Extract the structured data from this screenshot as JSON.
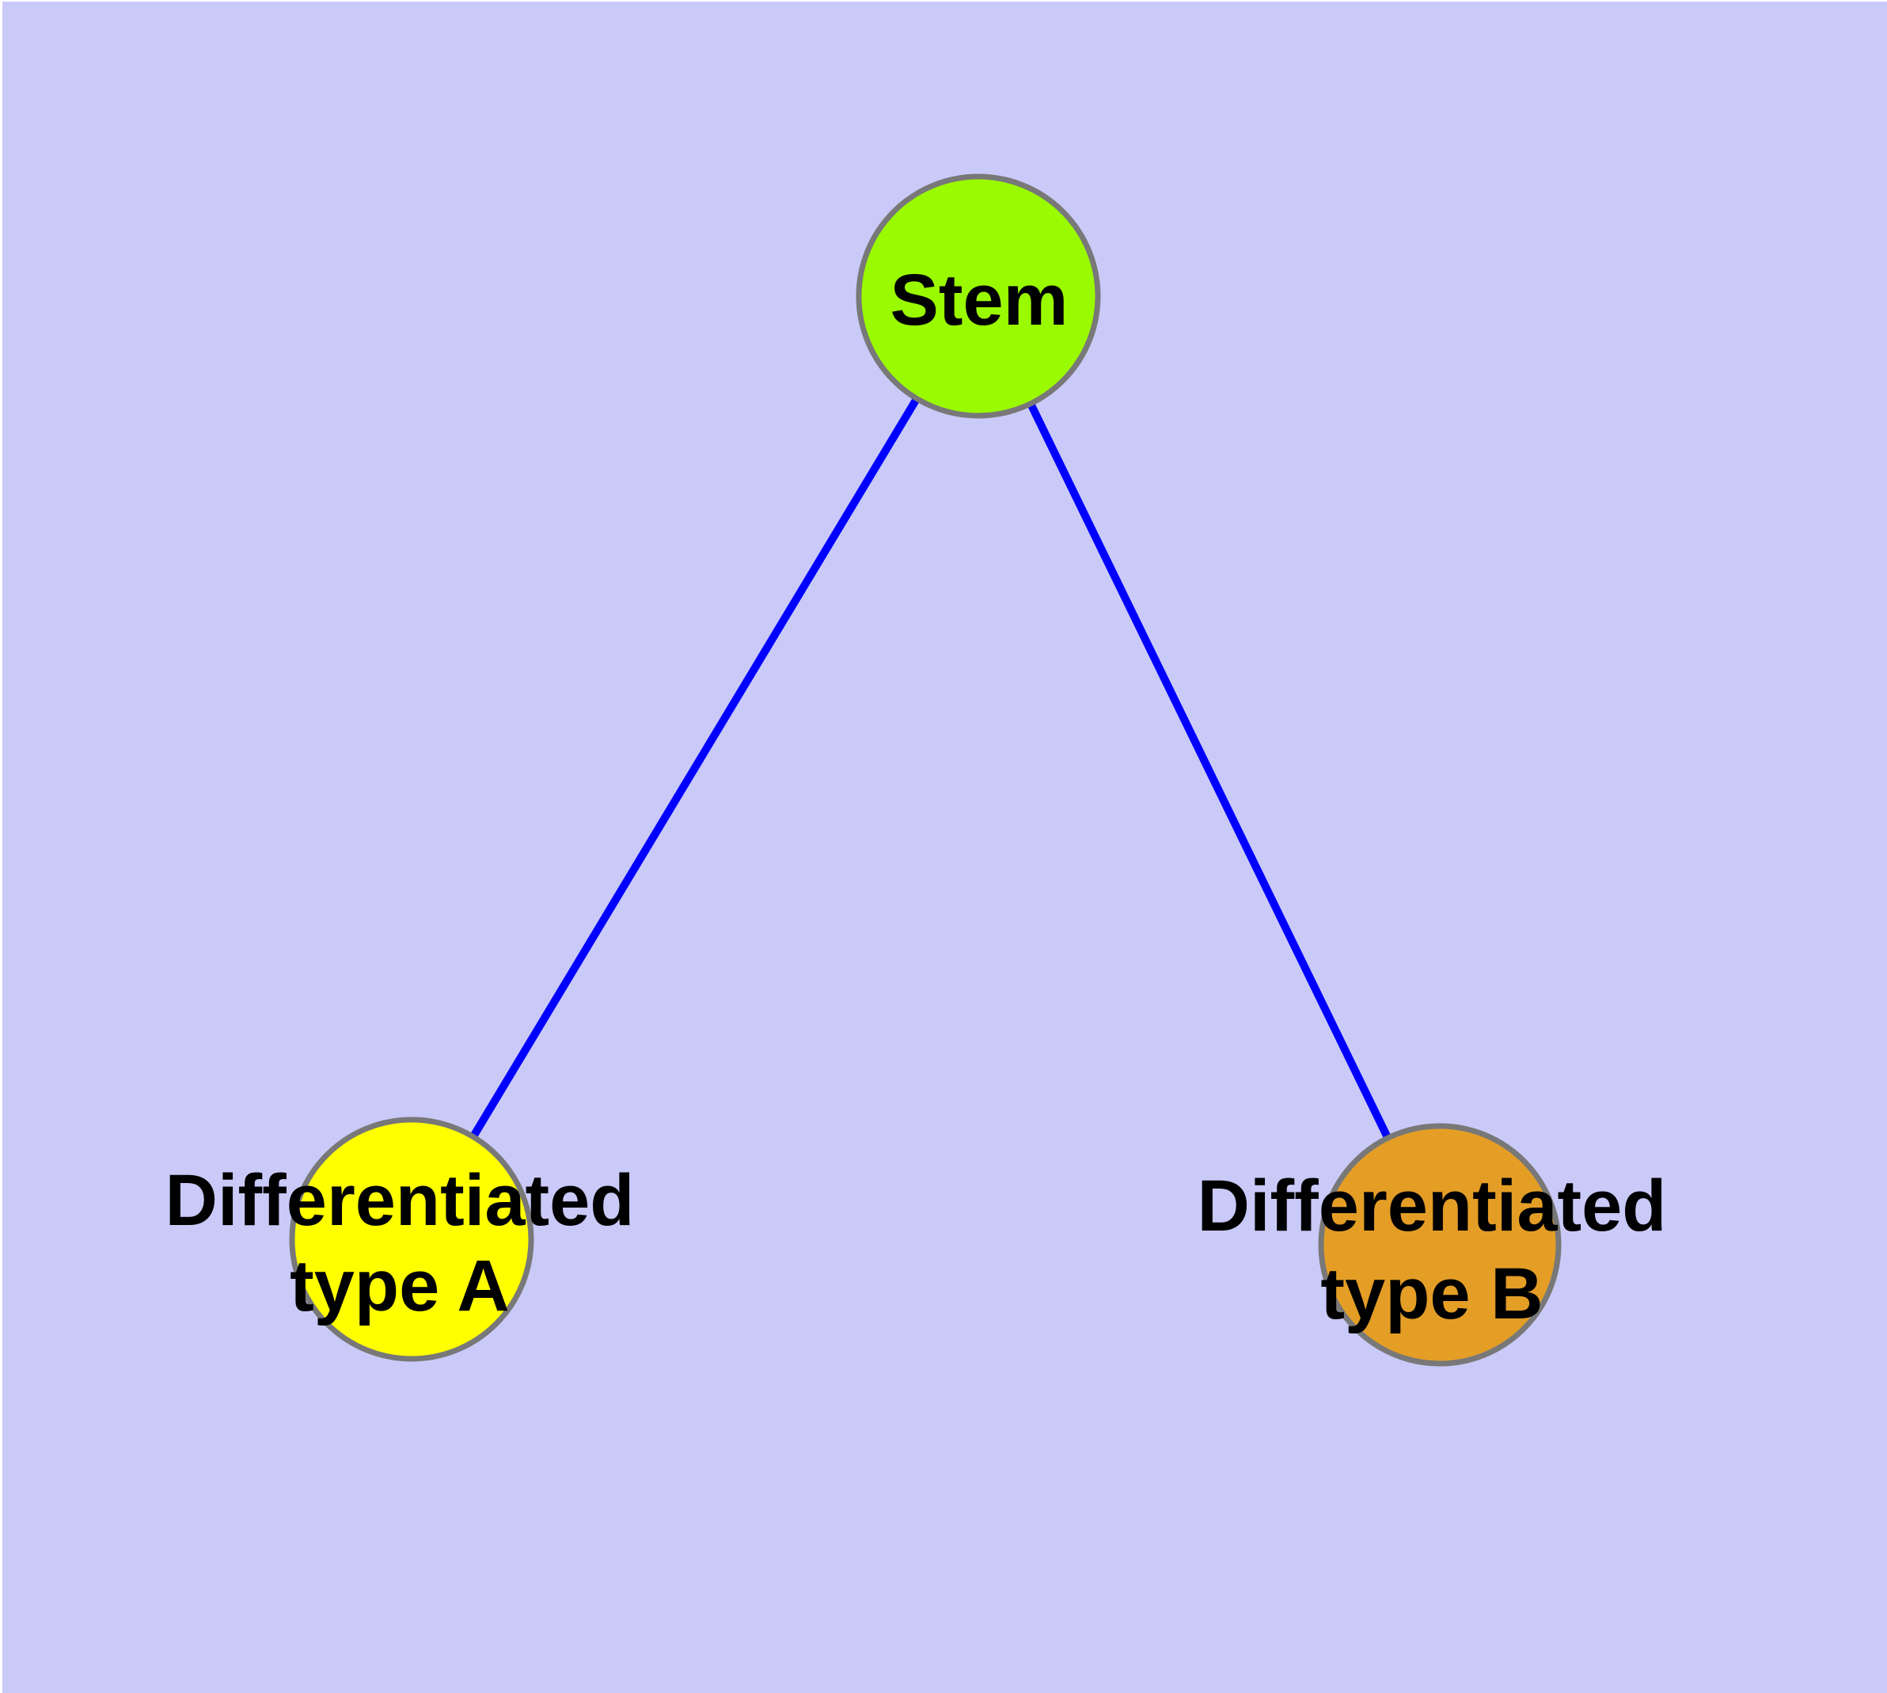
{
  "diagram": {
    "background_color": "#CACAF9",
    "edge_color": "#0000FF",
    "node_border_color": "#787878",
    "label_color": "#000000",
    "nodes": [
      {
        "id": "stem",
        "label": "Stem",
        "label_lines": [
          "Stem"
        ],
        "fill": "#9AFB00"
      },
      {
        "id": "differentiated-type-a",
        "label": "Differentiated type A",
        "label_lines": [
          "Differentiated",
          "type A"
        ],
        "fill": "#FFFF00"
      },
      {
        "id": "differentiated-type-b",
        "label": "Differentiated type B",
        "label_lines": [
          "Differentiated",
          "type B"
        ],
        "fill": "#E49E26"
      }
    ],
    "edges": [
      {
        "from": "Stem",
        "to": "Differentiated type A"
      },
      {
        "from": "Stem",
        "to": "Differentiated type B"
      }
    ]
  }
}
